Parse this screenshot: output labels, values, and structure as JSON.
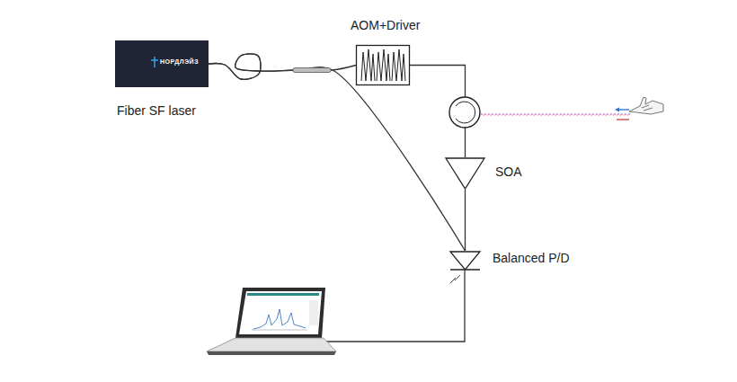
{
  "diagram": {
    "nodes": [
      {
        "text": [
          "НОРДЛЭЙЗ",
          "Fiber SF laser"
        ]
      },
      {
        "text": [
          "AOM+Driver"
        ]
      },
      {
        "text": [
          "SOA"
        ]
      },
      {
        "text": [
          "Balanced P/D"
        ]
      }
    ],
    "edges": [
      {
        "from": 0,
        "to": 1,
        "arrow": "none"
      },
      {
        "from": 0,
        "to": 3,
        "arrow": "none"
      },
      {
        "from": 1,
        "to": 2,
        "arrow": "none"
      },
      {
        "from": 2,
        "to": 3,
        "arrow": "none"
      }
    ]
  }
}
